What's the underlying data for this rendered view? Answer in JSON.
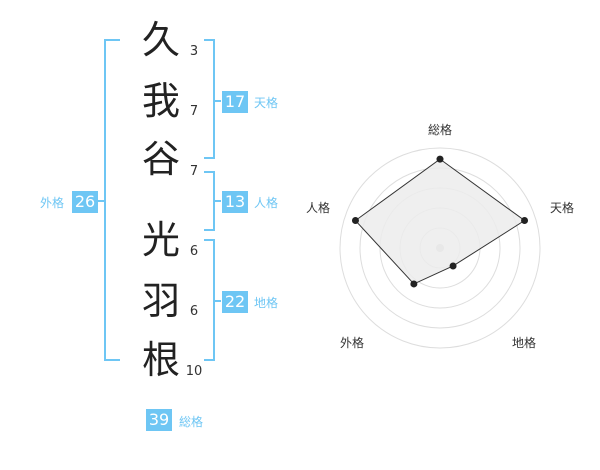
{
  "name": {
    "chars": [
      {
        "char": "久",
        "strokes": "3"
      },
      {
        "char": "我",
        "strokes": "7"
      },
      {
        "char": "谷",
        "strokes": "7"
      },
      {
        "char": "光",
        "strokes": "6"
      },
      {
        "char": "羽",
        "strokes": "6"
      },
      {
        "char": "根",
        "strokes": "10"
      }
    ]
  },
  "fortunes": {
    "tenkaku": {
      "value": "17",
      "label": "天格"
    },
    "jinkaku": {
      "value": "13",
      "label": "人格"
    },
    "chikaku": {
      "value": "22",
      "label": "地格"
    },
    "gaikaku": {
      "value": "26",
      "label": "外格"
    },
    "soukaku": {
      "value": "39",
      "label": "総格"
    }
  },
  "radar": {
    "axes": [
      "総格",
      "天格",
      "地格",
      "外格",
      "人格"
    ],
    "levels": 5,
    "values": [
      4,
      4,
      1,
      2,
      4
    ],
    "max": 4.5
  },
  "colors": {
    "accent": "#6ec6f4",
    "bracket": "#6ec6f4",
    "radar_fill": "#ececec",
    "radar_line": "#333333"
  }
}
